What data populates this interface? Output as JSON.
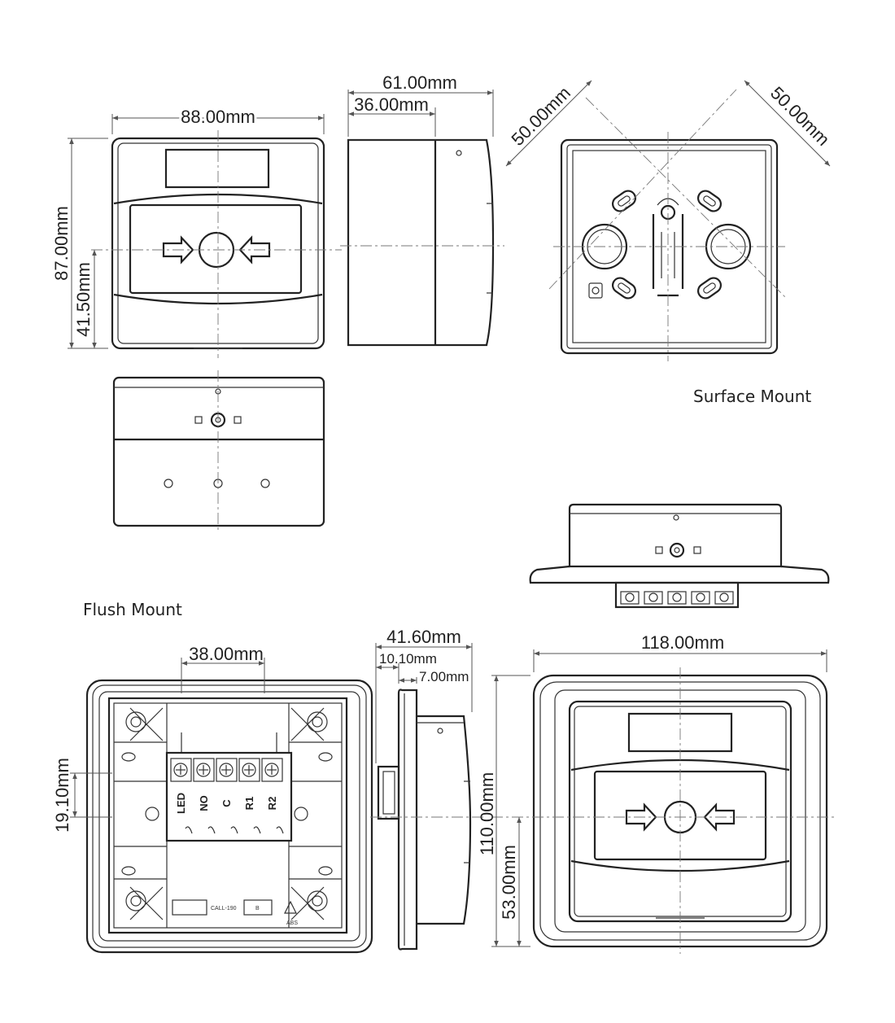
{
  "labels": {
    "surface_mount": "Surface Mount",
    "flush_mount": "Flush Mount"
  },
  "dimensions": {
    "front_width": "88.00mm",
    "front_height": "87.00mm",
    "front_center_height": "41.50mm",
    "side_depth_total": "61.00mm",
    "side_depth_body": "36.00mm",
    "back_diag_left": "50.00mm",
    "back_diag_right": "50.00mm",
    "flush_terminal_width": "38.00mm",
    "flush_terminal_height": "19.10mm",
    "flush_depth_total": "41.60mm",
    "flush_depth_flange": "10.10mm",
    "flush_depth_plate": "7.00mm",
    "flush_front_width": "118.00mm",
    "flush_front_height": "110.00mm",
    "flush_front_center_height": "53.00mm"
  },
  "terminals": [
    "LED",
    "NO",
    "C",
    "R1",
    "R2"
  ],
  "markings": {
    "model": "CALL-190",
    "letter": "B",
    "material": "ABS"
  }
}
